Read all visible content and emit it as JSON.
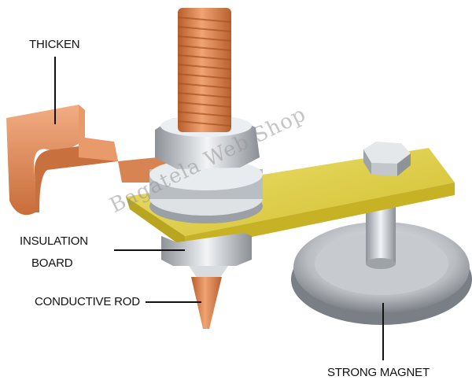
{
  "labels": {
    "thicken": "THICKEN",
    "insulation_line1": "INSULATION",
    "insulation_line2": "BOARD",
    "conductive_rod": "CONDUCTIVE ROD",
    "strong_magnet": "STRONG MAGNET"
  },
  "watermark": "Bagatela Web Shop",
  "colors": {
    "copper": "#d9824f",
    "board": "#e8d64a",
    "steel": "#c9cdd2"
  }
}
